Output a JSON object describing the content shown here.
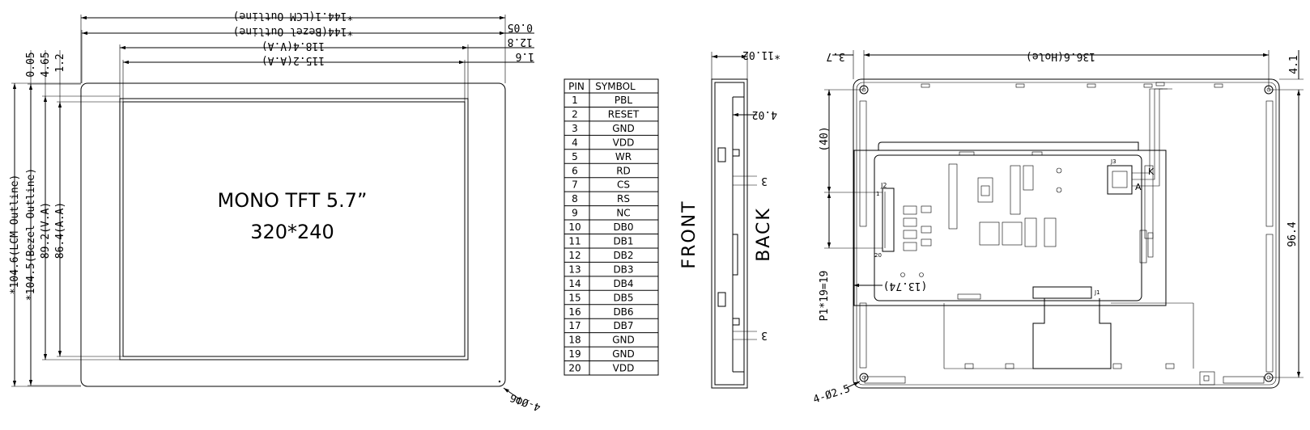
{
  "front_view": {
    "line1": "MONO TFT 5.7”",
    "line2": "320*240",
    "dims": {
      "lcm_width": "*144.1(LCM Outline)",
      "bezel_width": "*144(Bezel Outline)",
      "va_width": "118.4(V.A)",
      "aa_width": "115.2(A.A)",
      "right_offset_1": "0.05",
      "right_offset_2": "12.8",
      "right_offset_3": "1.6",
      "top_offset_1": "0.05",
      "top_offset_2": "4.65",
      "top_offset_3": "1.2",
      "lcm_height": "*104.6(LCM Outline)",
      "bezel_height": "*104.5(Bezel Outline)",
      "va_height": "89.2(V.A)",
      "aa_height": "86.4(A.A)",
      "hole": "4-ØФ6"
    }
  },
  "pin_table": {
    "header_pin": "PIN",
    "header_symbol": "SYMBOL",
    "rows": [
      {
        "pin": "1",
        "symbol": "PBL"
      },
      {
        "pin": "2",
        "symbol": "RESET"
      },
      {
        "pin": "3",
        "symbol": "GND"
      },
      {
        "pin": "4",
        "symbol": "VDD"
      },
      {
        "pin": "5",
        "symbol": "WR"
      },
      {
        "pin": "6",
        "symbol": "RD"
      },
      {
        "pin": "7",
        "symbol": "CS"
      },
      {
        "pin": "8",
        "symbol": "RS"
      },
      {
        "pin": "9",
        "symbol": "NC"
      },
      {
        "pin": "10",
        "symbol": "DB0"
      },
      {
        "pin": "11",
        "symbol": "DB1"
      },
      {
        "pin": "12",
        "symbol": "DB2"
      },
      {
        "pin": "13",
        "symbol": "DB3"
      },
      {
        "pin": "14",
        "symbol": "DB4"
      },
      {
        "pin": "15",
        "symbol": "DB5"
      },
      {
        "pin": "16",
        "symbol": "DB6"
      },
      {
        "pin": "17",
        "symbol": "DB7"
      },
      {
        "pin": "18",
        "symbol": "GND"
      },
      {
        "pin": "19",
        "symbol": "GND"
      },
      {
        "pin": "20",
        "symbol": "VDD"
      }
    ]
  },
  "side_view": {
    "thickness": "*11.02",
    "step": "4.02",
    "tab_1": "3",
    "tab_2": "3",
    "front_label": "FRONT",
    "back_label": "BACK"
  },
  "back_view": {
    "hole_pitch": "136.6(Hole)",
    "left_offset": "3.7",
    "right_offset": "4.1",
    "height": "96.4",
    "dim_40": "(40)",
    "pitch": "P1*19=19",
    "dim_1374": "(13.74)",
    "holes": "4-Ø2.5",
    "connector": "J2",
    "pin_first": "1",
    "pin_last": "20",
    "label_a": "A",
    "label_k": "K",
    "label_j3": "J3",
    "label_j1": "J1"
  }
}
